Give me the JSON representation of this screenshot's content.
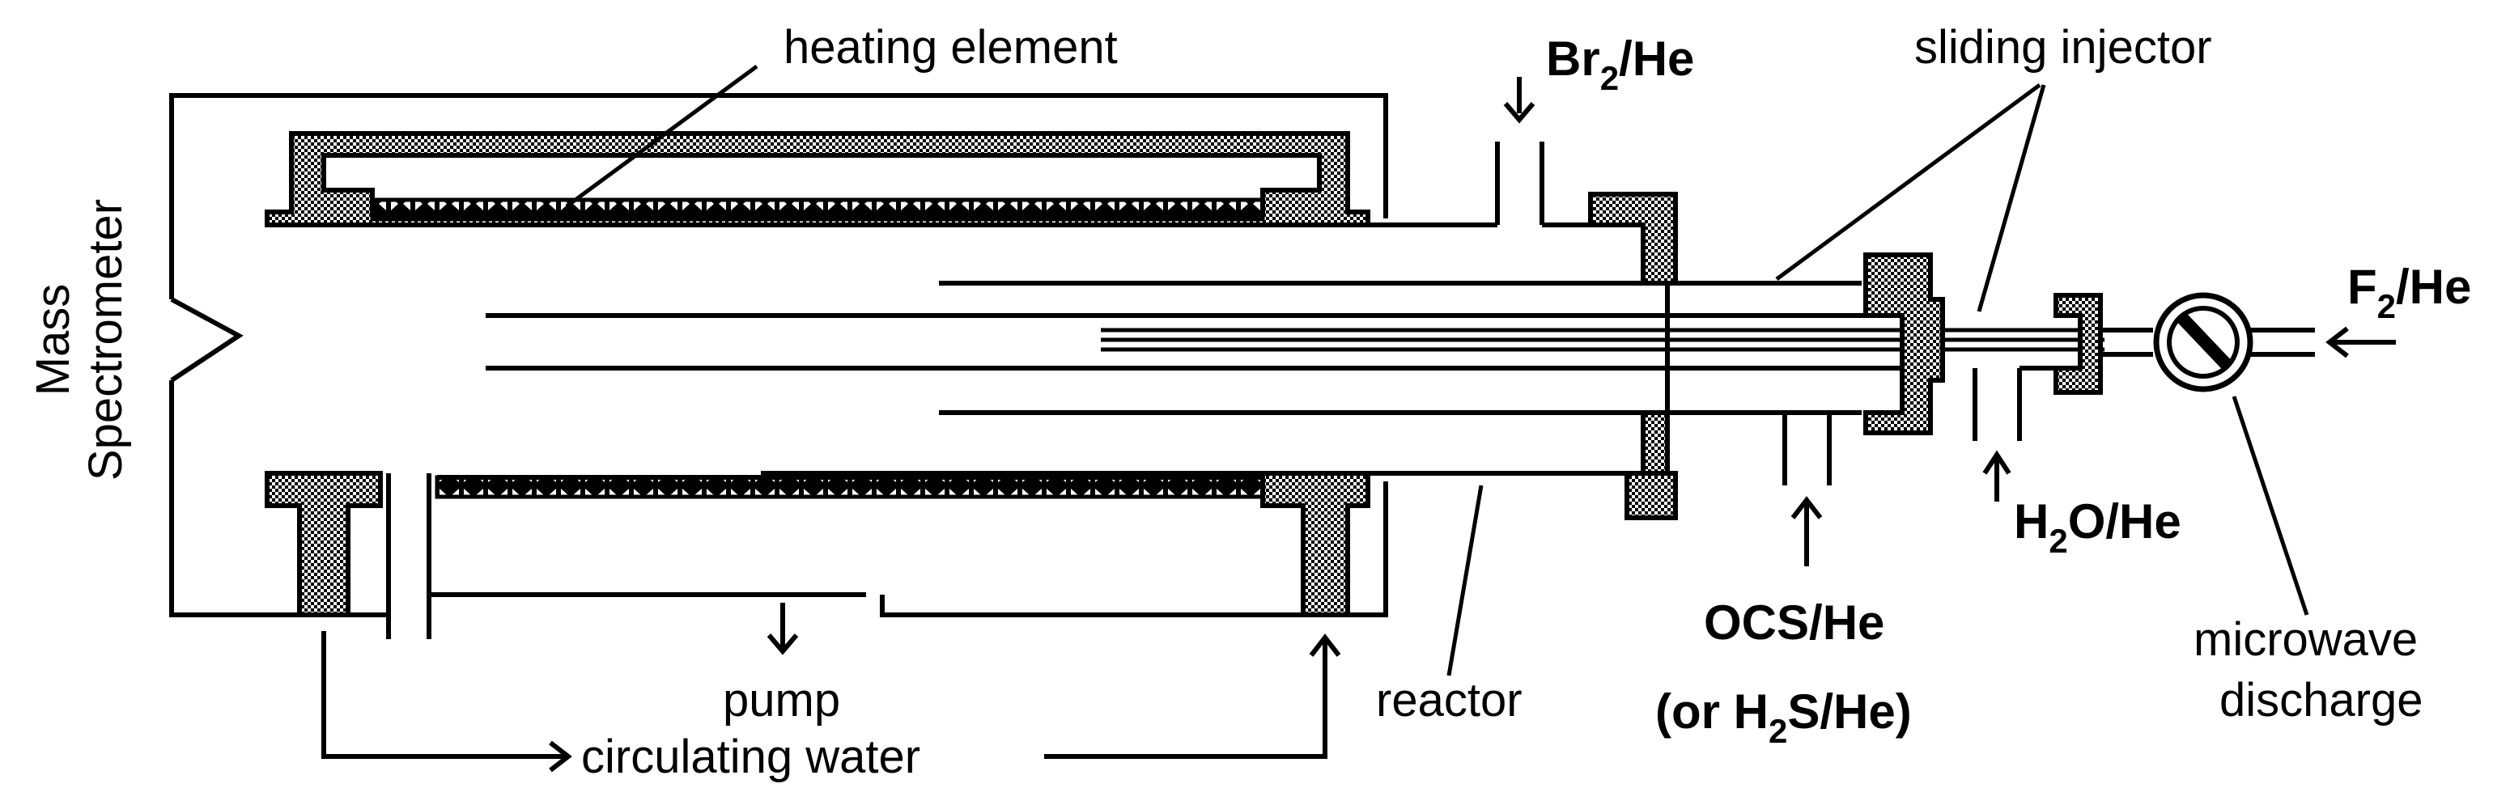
{
  "labels": {
    "mass_spectrometer_line1": "Mass",
    "mass_spectrometer_line2": "Spectrometer",
    "heating_element": "heating element",
    "br2_he": {
      "main1": "Br",
      "sub": "2",
      "main2": "/He"
    },
    "sliding_injector": "sliding injector",
    "f2_he": {
      "main1": "F",
      "sub": "2",
      "main2": "/He"
    },
    "h2o_he": {
      "main1": "H",
      "sub": "2",
      "main2": "O/He"
    },
    "ocs_he": "OCS/He",
    "h2s_he": {
      "main1": "(or H",
      "sub": "2",
      "main2": "S/He)"
    },
    "pump": "pump",
    "circulating_water": "circulating water",
    "reactor": "reactor",
    "microwave_line1": "microwave",
    "microwave_line2": "discharge"
  },
  "colors": {
    "line": "#000000",
    "background": "#ffffff",
    "fill_pattern_dark": "#000000",
    "fill_pattern_light": "#ffffff"
  }
}
